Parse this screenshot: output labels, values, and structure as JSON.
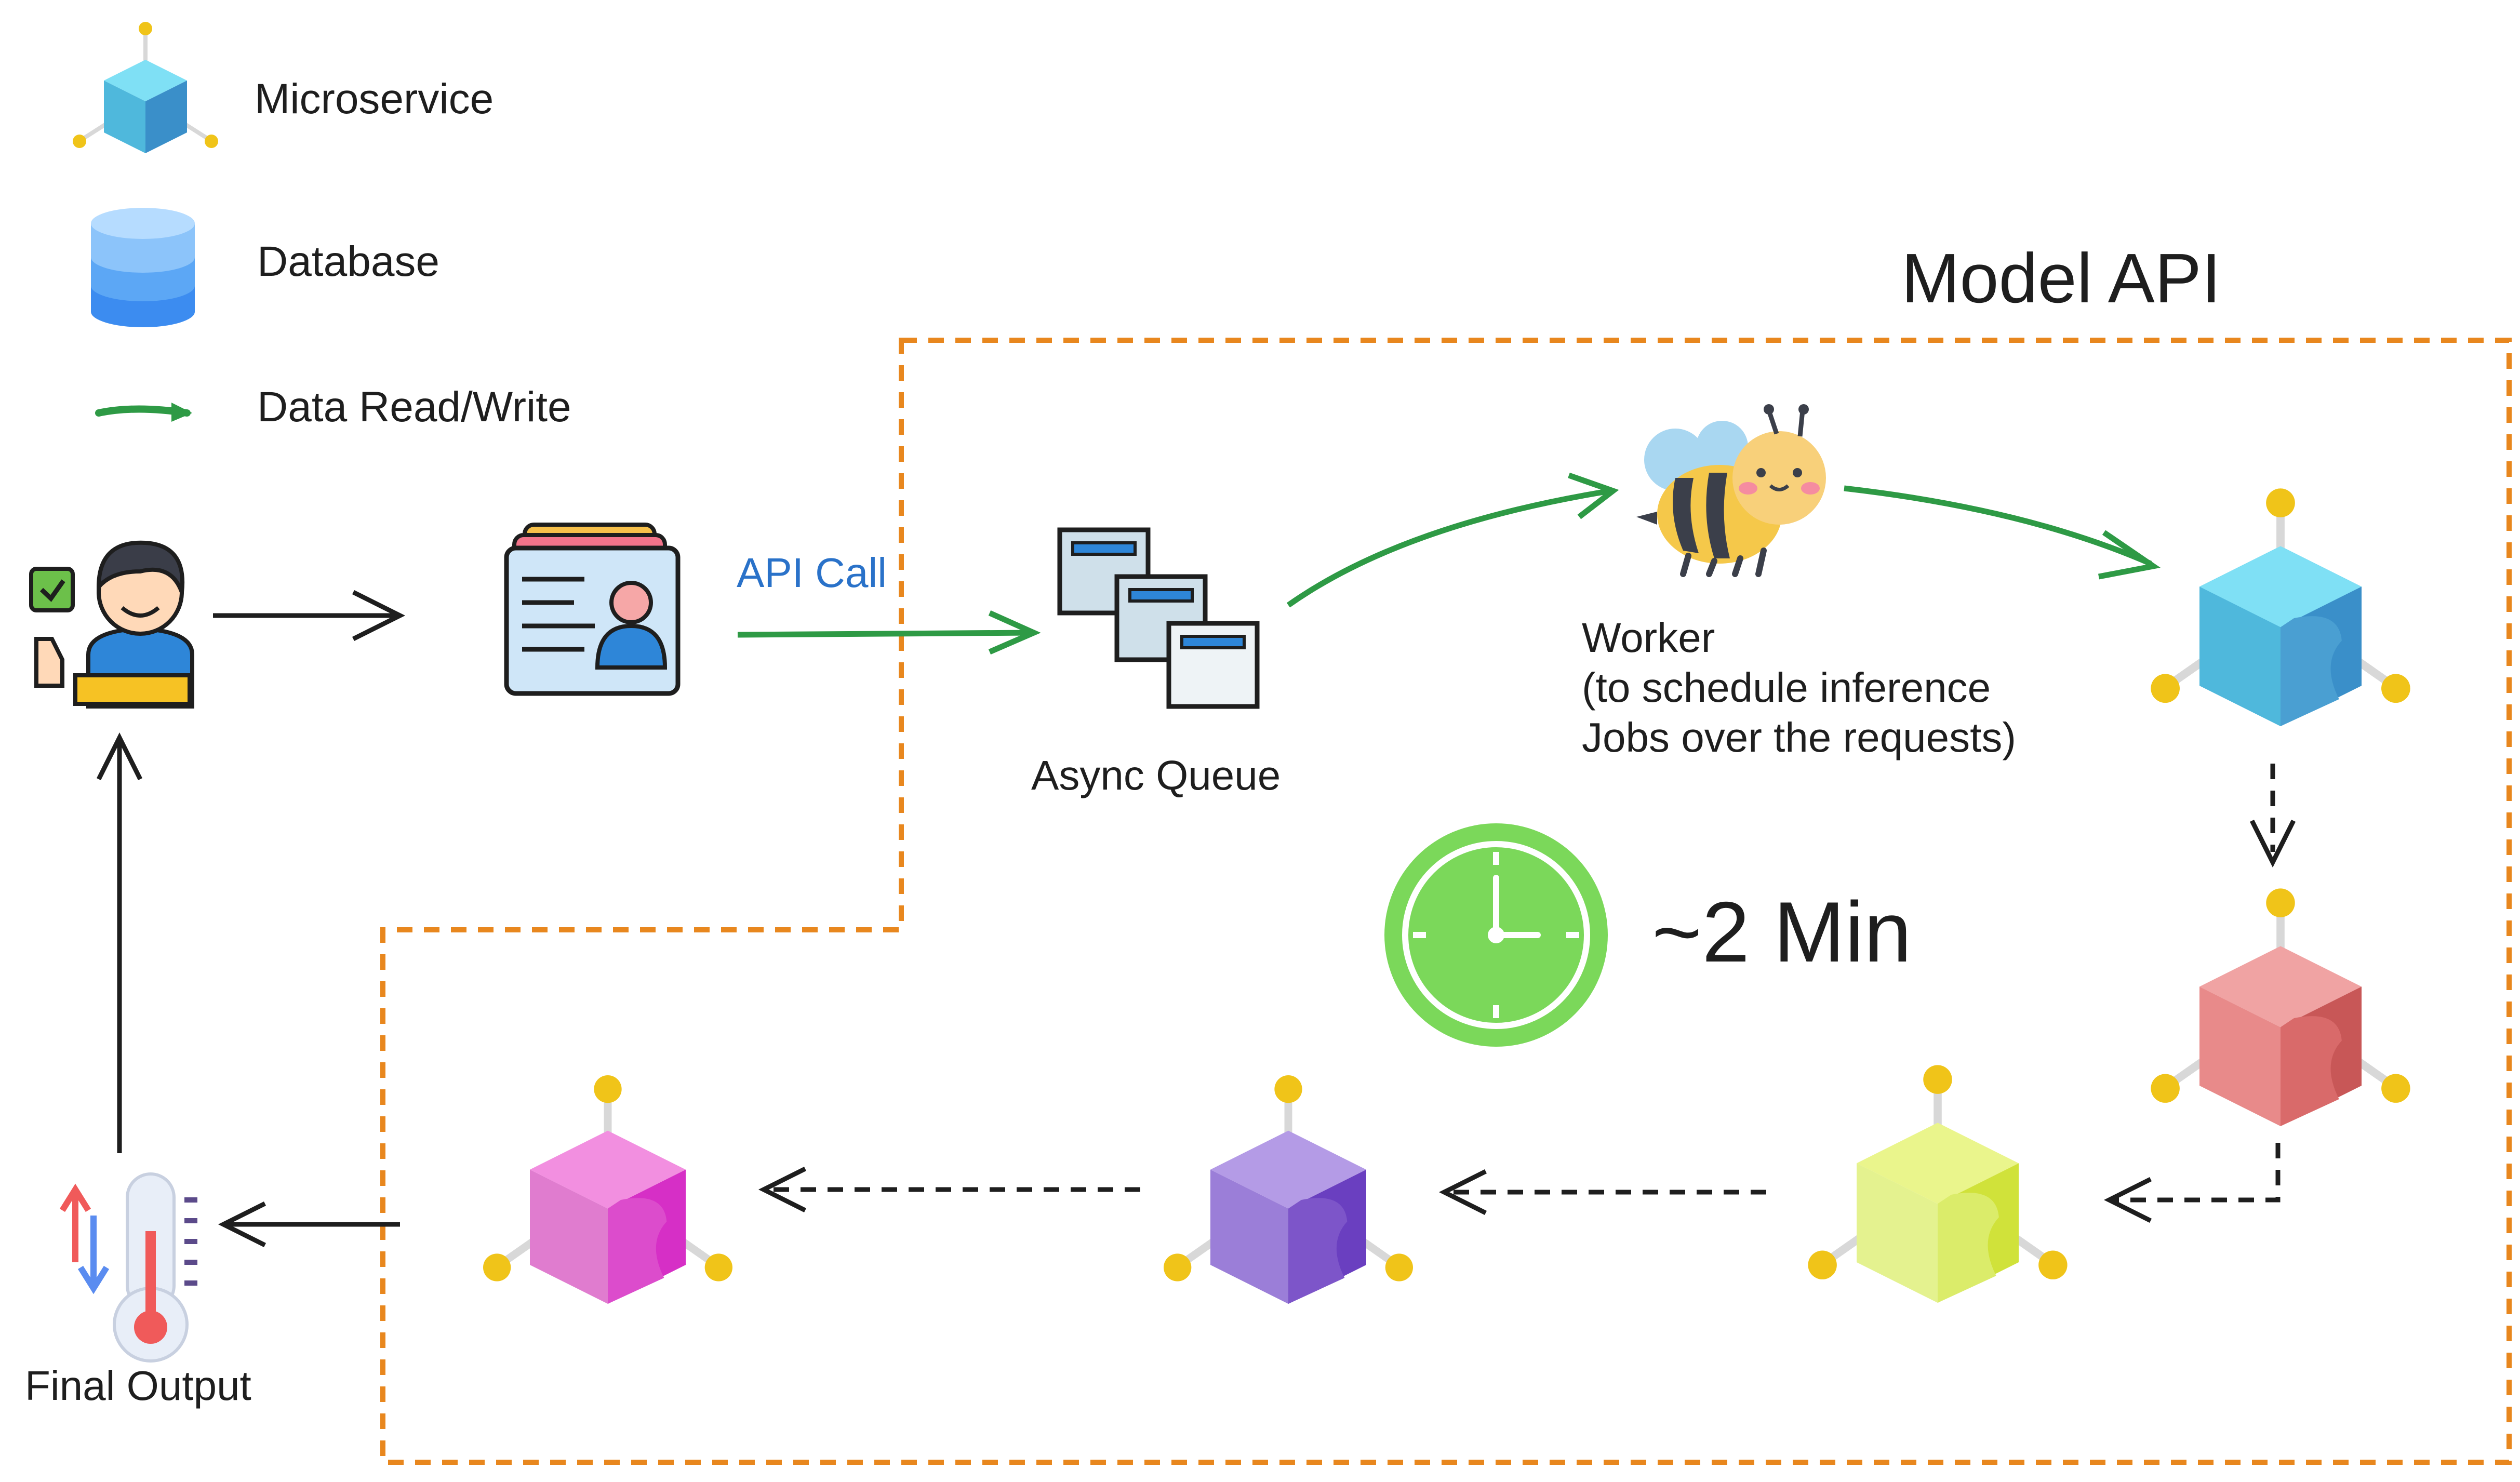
{
  "legend": {
    "microservice": "Microservice",
    "database": "Database",
    "data_rw": "Data Read/Write"
  },
  "region": {
    "title": "Model API"
  },
  "labels": {
    "api_call": "API Call",
    "async_queue": "Async Queue",
    "worker_line1": "Worker",
    "worker_line2": "(to schedule inference",
    "worker_line3": "Jobs over the requests)",
    "duration": "~2 Min",
    "final_output": "Final Output"
  },
  "colors": {
    "boundary": "#e8871e",
    "read_write_arrow": "#2e9a45",
    "flow_arrow": "#1e1e1e",
    "api_call_text": "#2a72c9",
    "clock": "#7bd85a",
    "cube_blue": "#4fb8dc",
    "cube_red": "#e07a7a",
    "cube_lime": "#d6ea4a",
    "cube_purple": "#8a5cd0",
    "cube_magenta": "#e05acb"
  },
  "icons": [
    "microservice-cube-icon",
    "database-icon",
    "read-write-arrow-icon",
    "user-icon",
    "id-card-icon",
    "async-queue-icon",
    "worker-bee-icon",
    "clock-icon",
    "thermometer-icon"
  ]
}
